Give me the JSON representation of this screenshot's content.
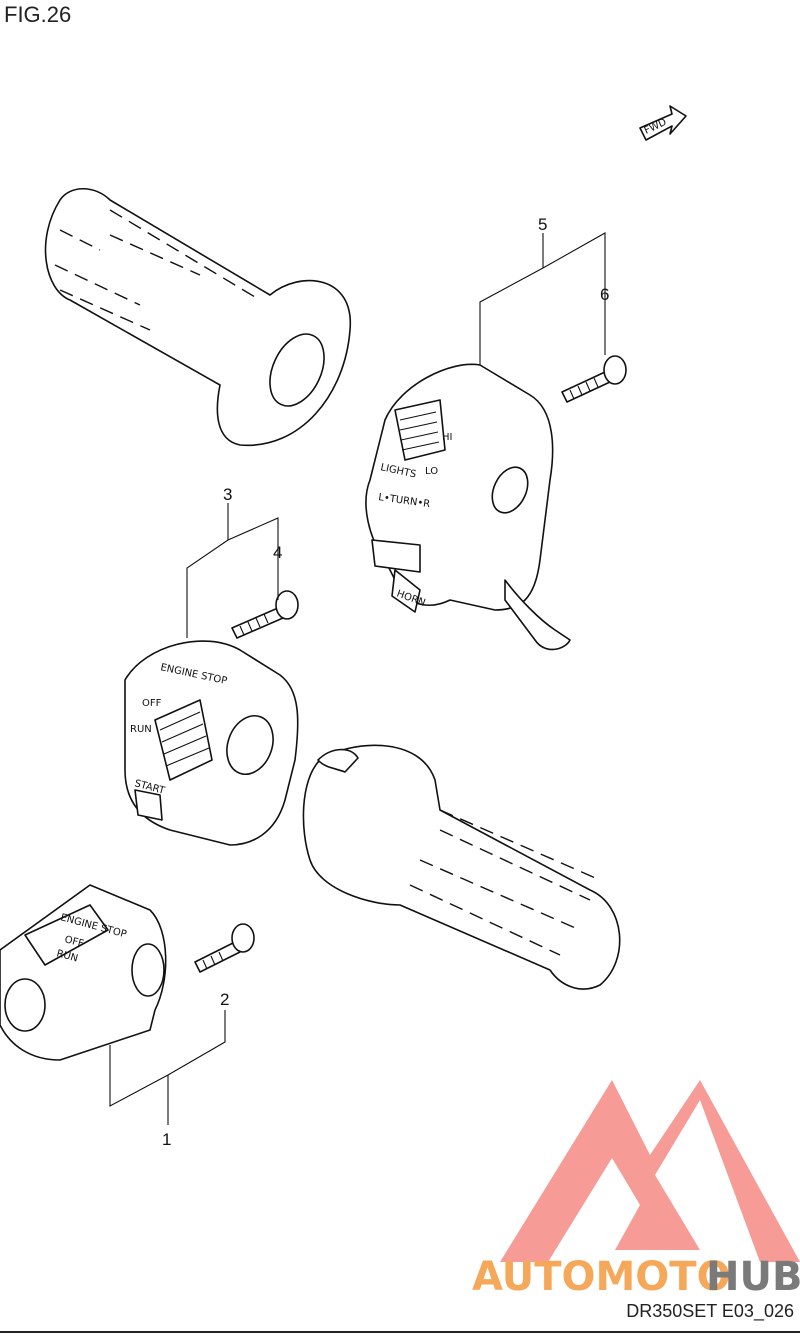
{
  "figure": {
    "title": "FIG.26",
    "code": "DR350SET E03_026"
  },
  "fwd_label": "FWD",
  "callouts": [
    "1",
    "2",
    "3",
    "4",
    "5",
    "6"
  ],
  "switch_labels": {
    "right_housing": {
      "engine_stop": "ENGINE STOP",
      "off": "OFF",
      "run": "RUN",
      "start": "START"
    },
    "small_housing": {
      "engine_stop": "ENGINE STOP",
      "off": "OFF",
      "run": "RUN"
    },
    "left_housing": {
      "hi": "HI",
      "lo": "LO",
      "lights": "LIGHTS",
      "turn": "L•TURN•R",
      "horn": "HORN"
    }
  },
  "watermark": {
    "part1": "AUTOMOTO",
    "part2": "HUB",
    "color1": "#f6a85a",
    "color2": "#7a7a7a",
    "logo_color": "#f48a84"
  }
}
